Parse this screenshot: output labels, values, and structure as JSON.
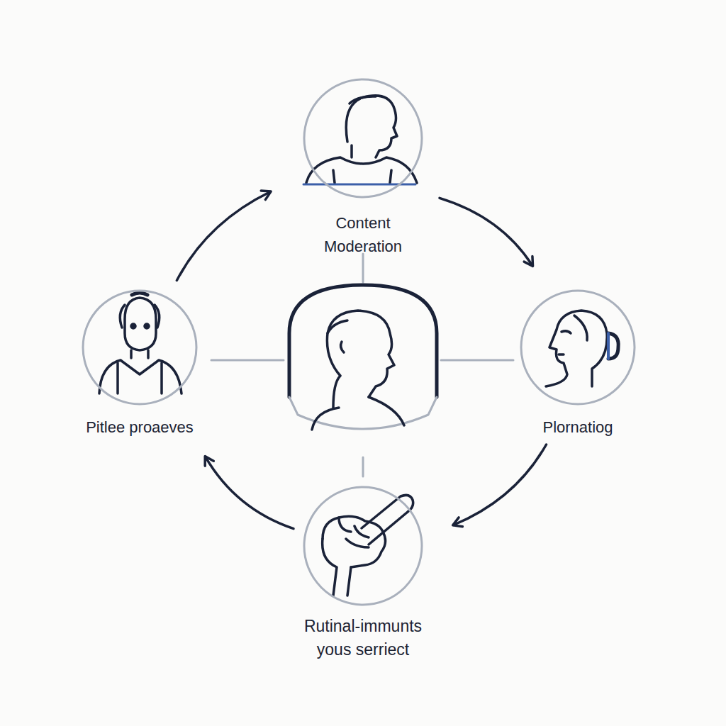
{
  "diagram": {
    "nodes": [
      {
        "text": [
          "Content Moderation"
        ]
      },
      {
        "text": [
          "Plornatiog"
        ]
      },
      {
        "text": [
          "Rutinal-immunts yous serriect"
        ]
      },
      {
        "text": [
          "Pitlee proaeves"
        ]
      }
    ],
    "edges": [
      {
        "from": 0,
        "to": 1,
        "arrow": "to"
      },
      {
        "from": 1,
        "to": 2,
        "arrow": "to"
      },
      {
        "from": 2,
        "to": 3,
        "arrow": "to"
      },
      {
        "from": 3,
        "to": 0,
        "arrow": "to"
      }
    ]
  }
}
